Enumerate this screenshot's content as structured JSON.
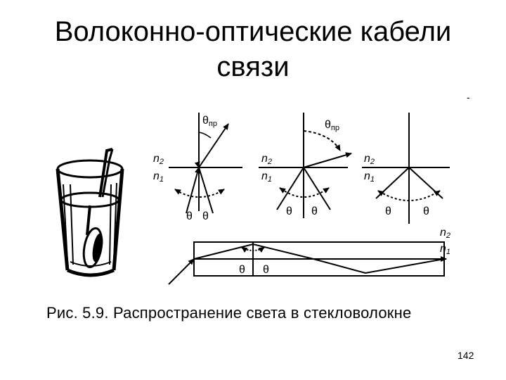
{
  "slide": {
    "title_line1": "Волоконно-оптические кабели",
    "title_line2": "связи",
    "stray_mark": "-",
    "caption": "Рис. 5.9. Распространение света в стекловолокне",
    "page_number": "142"
  },
  "figure": {
    "labels": {
      "n2": "n",
      "n2_sub": "2",
      "n1": "n",
      "n1_sub": "1",
      "theta": "θ",
      "theta_pr": "θ",
      "theta_pr_sub": "пр"
    }
  }
}
